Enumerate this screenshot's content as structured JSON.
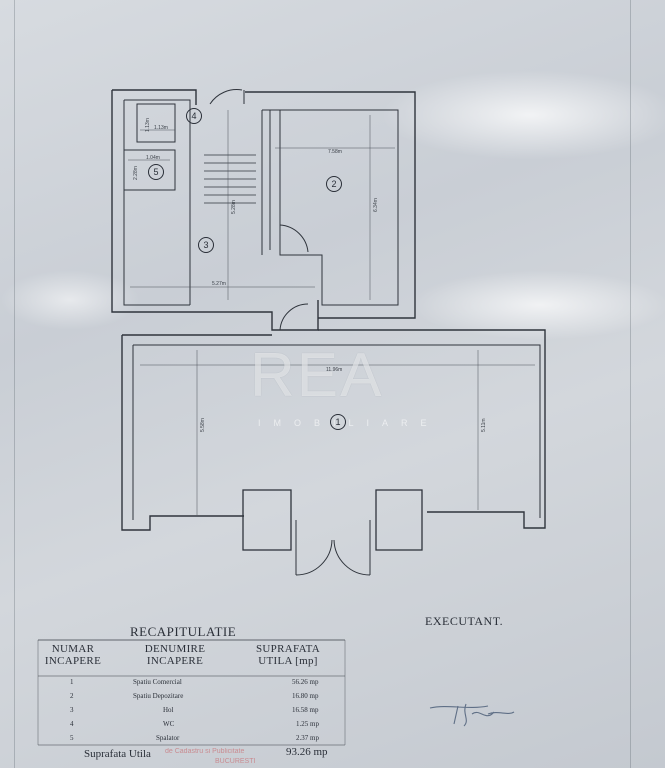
{
  "plan": {
    "rooms": [
      {
        "id": "room-1",
        "label": "1"
      },
      {
        "id": "room-2",
        "label": "2"
      },
      {
        "id": "room-3",
        "label": "3"
      },
      {
        "id": "room-4",
        "label": "4"
      },
      {
        "id": "room-5",
        "label": "5"
      }
    ],
    "dimensions": {
      "room2_width": "7.58m",
      "room3_width": "5.27m",
      "room1_width": "11.96m",
      "room4_width": "1.13m",
      "room5_width": "1.04m",
      "room2_height": "6.34m",
      "room3_height": "5.28m",
      "room1_height_left": "5.58m",
      "room1_height_right": "5.11m",
      "room4_height": "1.13m",
      "room5_height": "2.28m"
    },
    "watermark": "REA",
    "watermark_sub": "IMOBILIARE"
  },
  "recap": {
    "title": "RECAPITULATIE",
    "executant": "EXECUTANT.",
    "headers": {
      "numar_line1": "NUMAR",
      "numar_line2": "INCAPERE",
      "denumire_line1": "DENUMIRE",
      "denumire_line2": "INCAPERE",
      "suprafata_line1": "SUPRAFATA",
      "suprafata_line2": "UTILA [mp]"
    },
    "rows": [
      {
        "nr": "1",
        "name": "Spatiu Comercial",
        "area": "56.26 mp"
      },
      {
        "nr": "2",
        "name": "Spatiu Depozitare",
        "area": "16.80 mp"
      },
      {
        "nr": "3",
        "name": "Hol",
        "area": "16.58 mp"
      },
      {
        "nr": "4",
        "name": "WC",
        "area": "1.25 mp"
      },
      {
        "nr": "5",
        "name": "Spalator",
        "area": "2.37 mp"
      }
    ],
    "total_label": "Suprafata Utila",
    "total_value": "93.26 mp",
    "stamp_text": "de Cadastru si Publicitate",
    "stamp_text2": "BUCURESTI"
  }
}
